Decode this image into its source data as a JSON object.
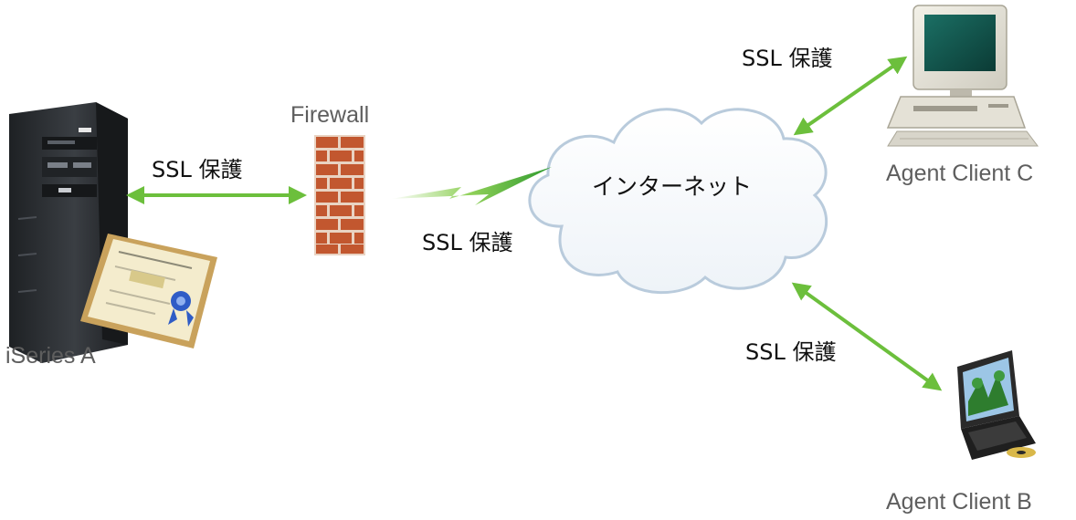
{
  "nodes": {
    "server": {
      "label": "iSeries A"
    },
    "firewall": {
      "label": "Firewall"
    },
    "internet": {
      "label": "インターネット"
    },
    "client_c": {
      "label": "Agent Client C"
    },
    "client_b": {
      "label": "Agent Client B"
    }
  },
  "connections": {
    "server_firewall": {
      "label": "SSL 保護"
    },
    "firewall_internet": {
      "label": "SSL 保護"
    },
    "internet_client_c": {
      "label": "SSL 保護"
    },
    "internet_client_b": {
      "label": "SSL 保護"
    }
  },
  "colors": {
    "connector": "#6cbf3c",
    "brick": "#c2572f",
    "mortar": "#e9d3c2",
    "cloud_edge": "#b9cbdc",
    "server_body": "#2f3236",
    "certificate": "#f4eccd"
  },
  "icons": [
    "server-icon",
    "certificate-icon",
    "firewall-icon",
    "cloud-icon",
    "desktop-computer-icon",
    "laptop-icon"
  ]
}
